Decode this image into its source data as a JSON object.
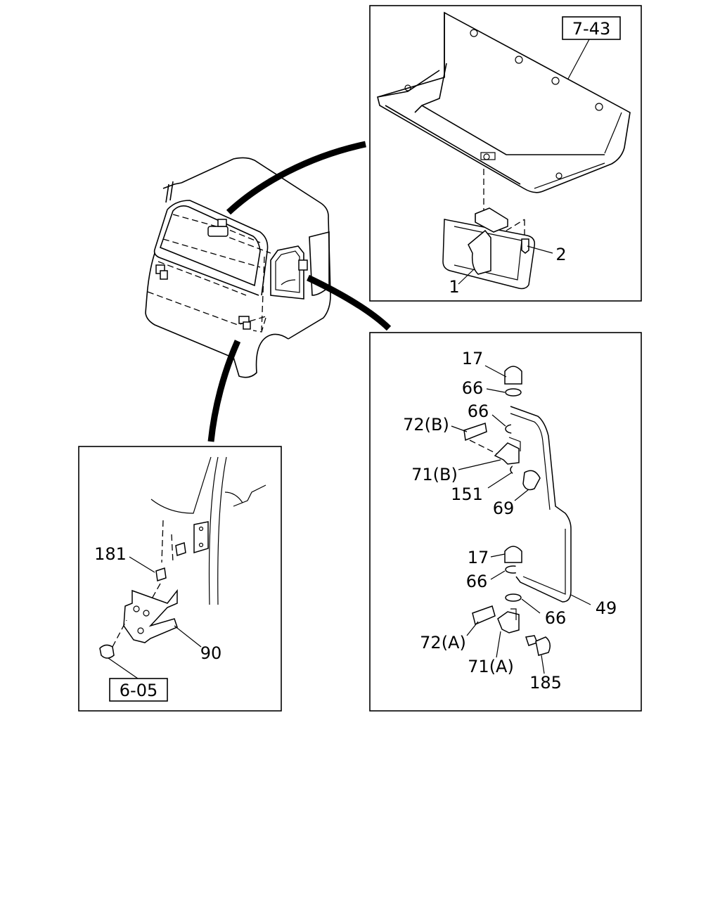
{
  "references": {
    "top_ref": "7-43",
    "left_ref": "6-05"
  },
  "labels": {
    "p1": "1",
    "p2": "2",
    "p17a": "17",
    "p66a": "66",
    "p66b": "66",
    "p72b": "72(B)",
    "p71b": "71(B)",
    "p151": "151",
    "p69": "69",
    "p17b": "17",
    "p66c": "66",
    "p49": "49",
    "p66d": "66",
    "p72a": "72(A)",
    "p71a": "71(A)",
    "p185": "185",
    "p181": "181",
    "p90": "90"
  }
}
